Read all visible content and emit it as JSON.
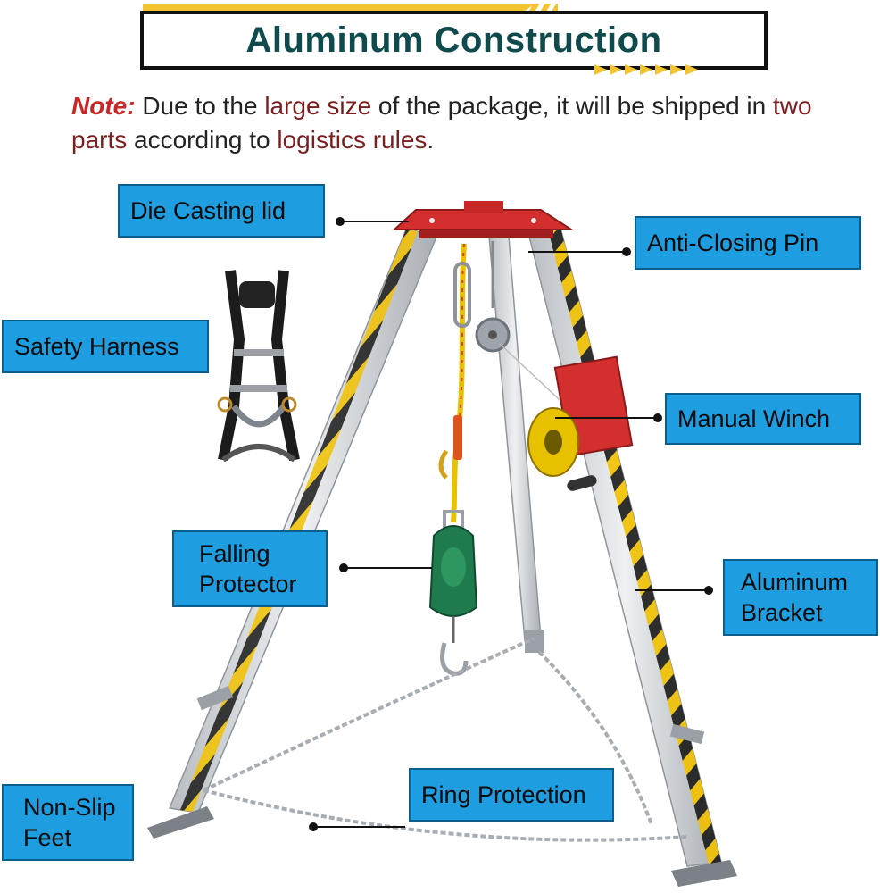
{
  "header": {
    "title": "Aluminum Construction"
  },
  "note": {
    "key": "Note:",
    "part1": " Due to the ",
    "hl1": "large size",
    "part2": " of the package, it will be shipped in ",
    "hl2": "two parts",
    "part3": " according to ",
    "hl3": "logistics rules",
    "part4": "."
  },
  "labels": {
    "die_casting_lid": "Die Casting lid",
    "anti_closing_pin": "Anti-Closing Pin",
    "safety_harness": "Safety Harness",
    "manual_winch": "Manual Winch",
    "falling_protector_1": "Falling",
    "falling_protector_2": "Protector",
    "aluminum_bracket_1": "Aluminum",
    "aluminum_bracket_2": "Bracket",
    "ring_protection": "Ring Protection",
    "non_slip_feet_1": "Non-Slip",
    "non_slip_feet_2": "Feet"
  },
  "colors": {
    "label_fill": "#1e9de0",
    "title_text": "#0f4a4c",
    "note_key": "#c62828",
    "note_highlight": "#7a1e1e",
    "lid_red": "#d32f2f",
    "leg_aluminum": "#d5d8dc",
    "stripe_yellow": "#f2c100",
    "stripe_black": "#1a1a1a",
    "protector_green": "#1f7a4d"
  }
}
